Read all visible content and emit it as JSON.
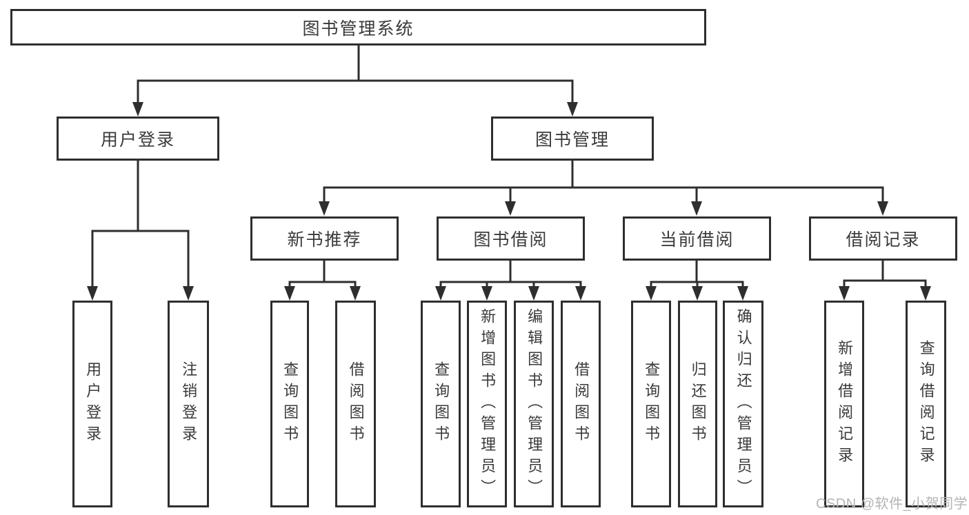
{
  "tree": {
    "label": "图书管理系统",
    "children": [
      {
        "label": "用户登录",
        "children": [
          {
            "label": "用户登录"
          },
          {
            "label": "注销登录"
          }
        ]
      },
      {
        "label": "图书管理",
        "children": [
          {
            "label": "新书推荐",
            "children": [
              {
                "label": "查询图书"
              },
              {
                "label": "借阅图书"
              }
            ]
          },
          {
            "label": "图书借阅",
            "children": [
              {
                "label": "查询图书"
              },
              {
                "label": "新增图书（管理员）"
              },
              {
                "label": "编辑图书（管理员）"
              },
              {
                "label": "借阅图书"
              }
            ]
          },
          {
            "label": "当前借阅",
            "children": [
              {
                "label": "查询图书"
              },
              {
                "label": "归还图书"
              },
              {
                "label": "确认归还（管理员）"
              }
            ]
          },
          {
            "label": "借阅记录",
            "children": [
              {
                "label": "新增借阅记录"
              },
              {
                "label": "查询借阅记录"
              }
            ]
          }
        ]
      }
    ]
  },
  "watermark": {
    "text": "CSDN @软件_小贺同学"
  },
  "colors": {
    "line": "#2e2e2e",
    "text": "#3a3a3a",
    "box_background": "#ffffff",
    "page_background": "#ffffff",
    "watermark": "#b4b4b4"
  }
}
